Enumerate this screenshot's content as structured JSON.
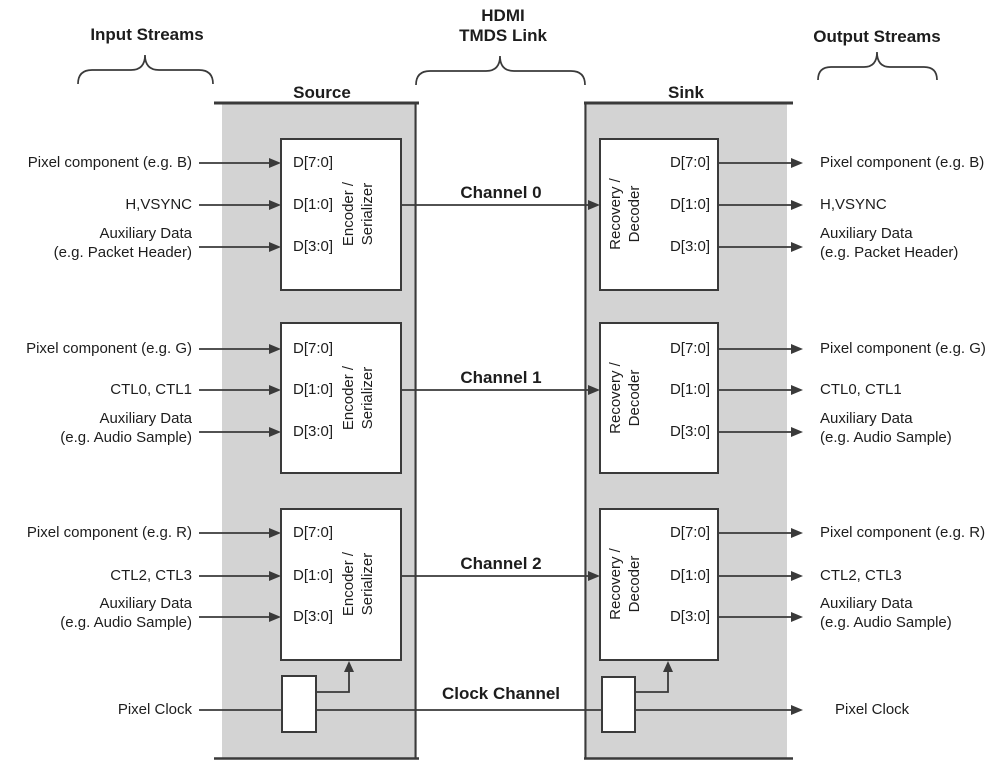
{
  "colors": {
    "panel_gray": "#d3d3d3",
    "line": "#3a3a3a",
    "text": "#1d1d1d",
    "box_fill": "#ffffff",
    "background": "#ffffff"
  },
  "headers": {
    "input_streams": "Input Streams",
    "hdmi_tmds_link": "HDMI\nTMDS Link",
    "output_streams": "Output Streams",
    "source": "Source",
    "sink": "Sink"
  },
  "groups": [
    {
      "channel_label": "Channel 0",
      "source_unit": "Encoder /\nSerializer",
      "sink_unit": "Recovery /\nDecoder",
      "ports": [
        "D[7:0]",
        "D[1:0]",
        "D[3:0]"
      ],
      "inputs": [
        "Pixel component (e.g. B)",
        "H,VSYNC",
        "Auxiliary Data\n(e.g. Packet Header)"
      ],
      "outputs": [
        "Pixel component (e.g. B)",
        "H,VSYNC",
        "Auxiliary Data\n(e.g. Packet Header)"
      ]
    },
    {
      "channel_label": "Channel 1",
      "source_unit": "Encoder /\nSerializer",
      "sink_unit": "Recovery /\nDecoder",
      "ports": [
        "D[7:0]",
        "D[1:0]",
        "D[3:0]"
      ],
      "inputs": [
        "Pixel component (e.g. G)",
        "CTL0, CTL1",
        "Auxiliary Data\n(e.g. Audio Sample)"
      ],
      "outputs": [
        "Pixel component (e.g. G)",
        "CTL0, CTL1",
        "Auxiliary Data\n(e.g. Audio Sample)"
      ]
    },
    {
      "channel_label": "Channel 2",
      "source_unit": "Encoder /\nSerializer",
      "sink_unit": "Recovery /\nDecoder",
      "ports": [
        "D[7:0]",
        "D[1:0]",
        "D[3:0]"
      ],
      "inputs": [
        "Pixel component (e.g. R)",
        "CTL2, CTL3",
        "Auxiliary Data\n(e.g. Audio Sample)"
      ],
      "outputs": [
        "Pixel component (e.g. R)",
        "CTL2, CTL3",
        "Auxiliary Data\n(e.g. Audio Sample)"
      ]
    }
  ],
  "clock": {
    "channel_label": "Clock Channel",
    "input_label": "Pixel Clock",
    "output_label": "Pixel Clock"
  }
}
